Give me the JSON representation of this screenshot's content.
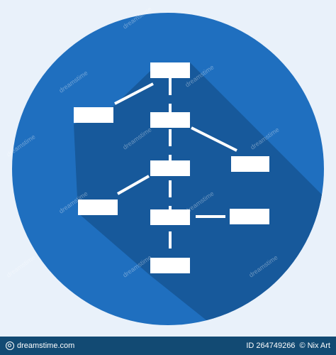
{
  "watermark": {
    "text": "dreamstime"
  },
  "footer": {
    "brand": "dreamstime.com",
    "id_label": "ID 264749266",
    "author": "© Nix Art"
  },
  "colors": {
    "background": "#e9f1fa",
    "circle": "#1f6fbf",
    "shadow": "#17599b",
    "boxes": "#ffffff",
    "footer": "#124a73"
  },
  "icon": {
    "name": "flowchart-diagram-icon",
    "style": "long-shadow"
  }
}
